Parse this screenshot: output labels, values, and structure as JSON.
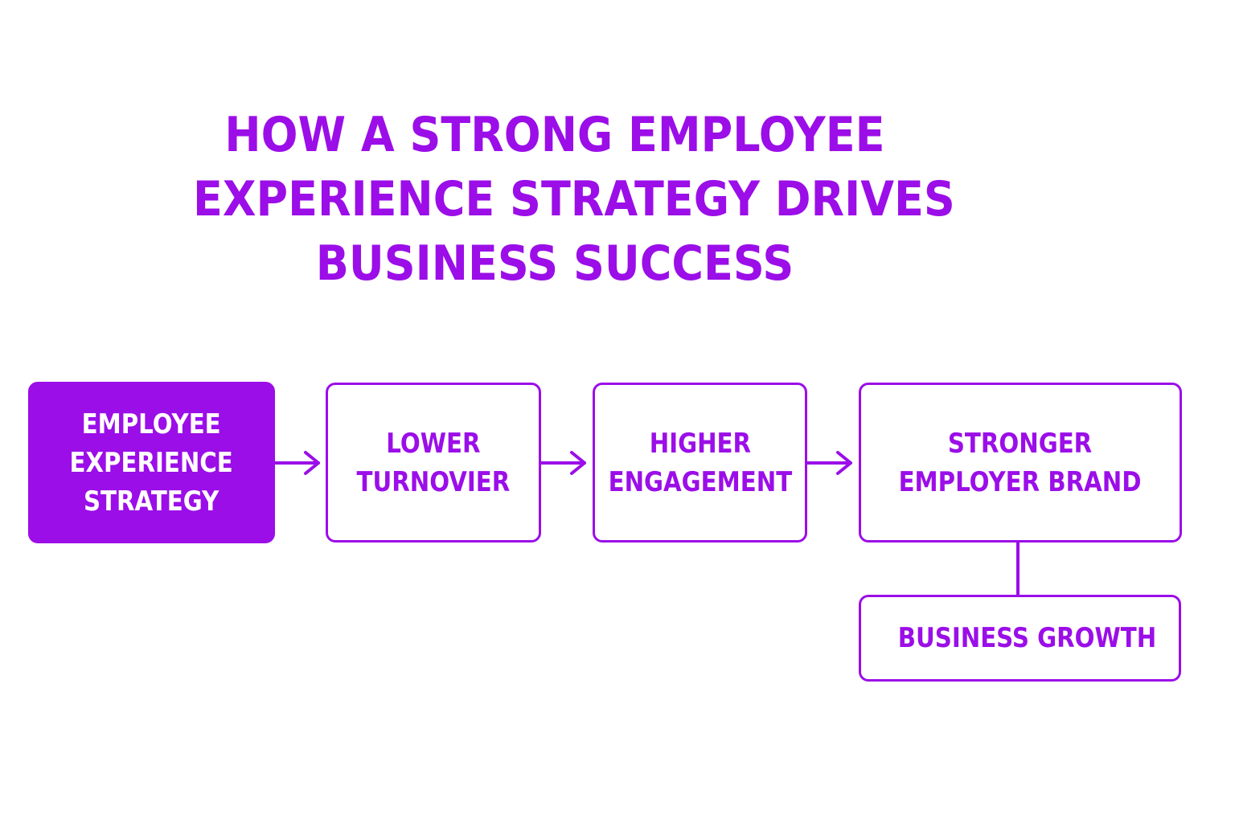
{
  "title": {
    "line1": "HOW A STRONG EMPLOYEE",
    "line2": "EXPERIENCE STRATEGY DRIVES",
    "line3": "BUSINESS SUCCESS"
  },
  "nodes": {
    "strategy": "EMPLOYEE\nEXPERIENCE\nSTRATEGY",
    "turnover": "LOWER\nTURNOVIER",
    "engagement": "HIGHER\nENGAGEMENT",
    "brand": "STRONGER\nEMPLOYER BRAND",
    "growth": "BUSINESS GROWTH"
  },
  "colors": {
    "accent": "#9b0ee8",
    "background": "#ffffff",
    "filled_text": "#ffffff"
  },
  "edges": [
    {
      "from": "strategy",
      "to": "turnover",
      "type": "arrow"
    },
    {
      "from": "turnover",
      "to": "engagement",
      "type": "arrow"
    },
    {
      "from": "engagement",
      "to": "brand",
      "type": "arrow"
    },
    {
      "from": "brand",
      "to": "growth",
      "type": "line"
    }
  ]
}
